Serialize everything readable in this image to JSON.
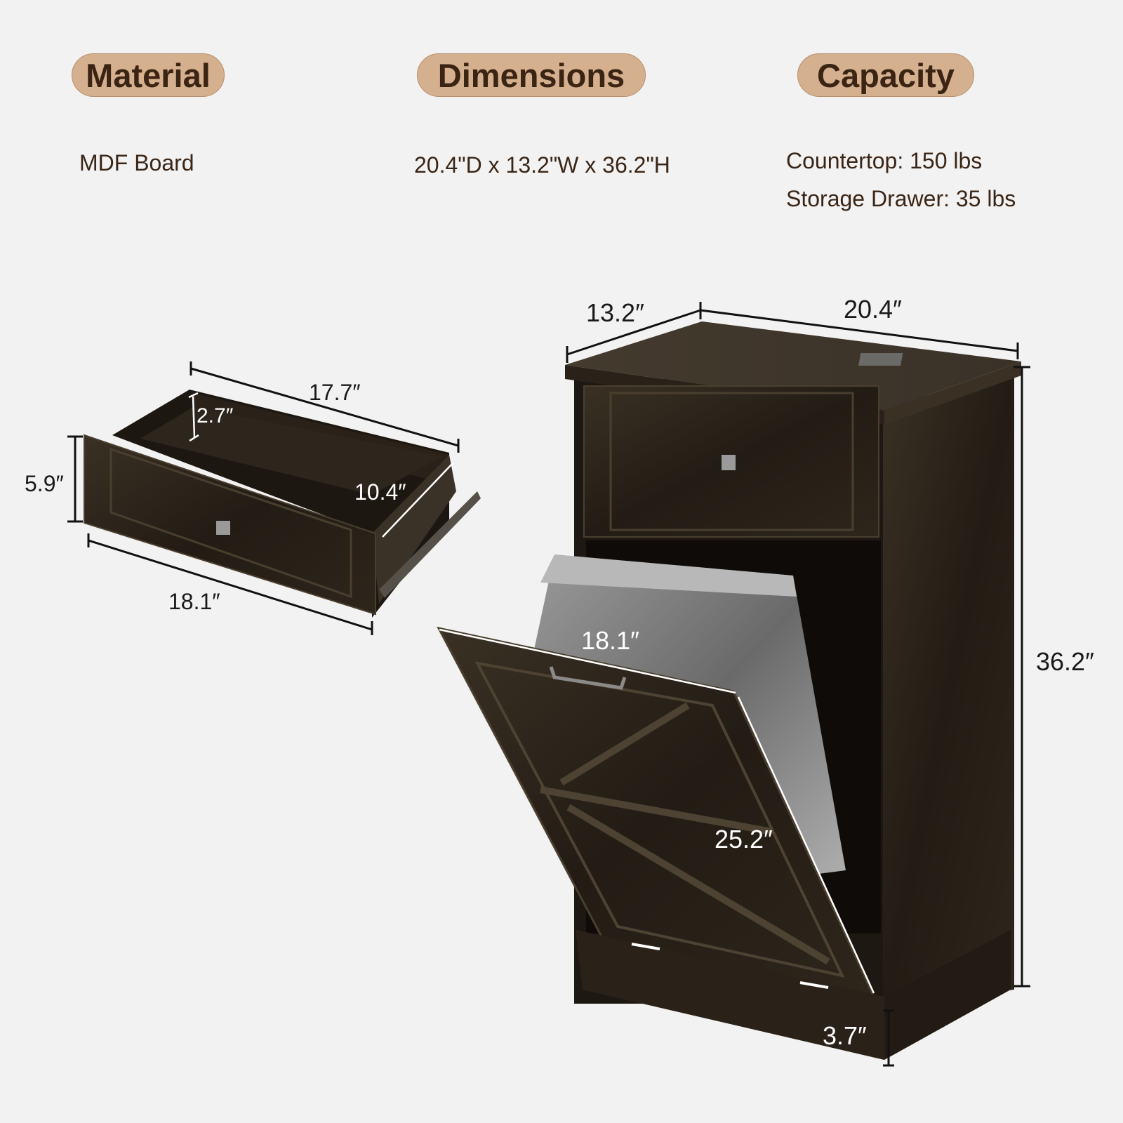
{
  "headers": {
    "material": "Material",
    "dimensions": "Dimensions",
    "capacity": "Capacity"
  },
  "specs": {
    "material": "MDF Board",
    "dimensions": "20.4\"D x 13.2\"W x 36.2\"H",
    "capacity": [
      "Countertop: 150 lbs",
      "Storage Drawer: 35 lbs"
    ]
  },
  "drawer_dimensions": {
    "length_top": "17.7″",
    "inner_depth": "2.7″",
    "height": "5.9″",
    "width_inner": "10.4″",
    "length_front": "18.1″"
  },
  "cabinet_dimensions": {
    "width": "13.2″",
    "depth": "20.4″",
    "height": "36.2″",
    "bin_width": "18.1″",
    "door_height": "25.2″",
    "base_height": "3.7″"
  },
  "colors": {
    "pill_bg": "#d5b08f",
    "text": "#3a2616",
    "wood": "#2a2218",
    "background": "#f2f2f2"
  }
}
